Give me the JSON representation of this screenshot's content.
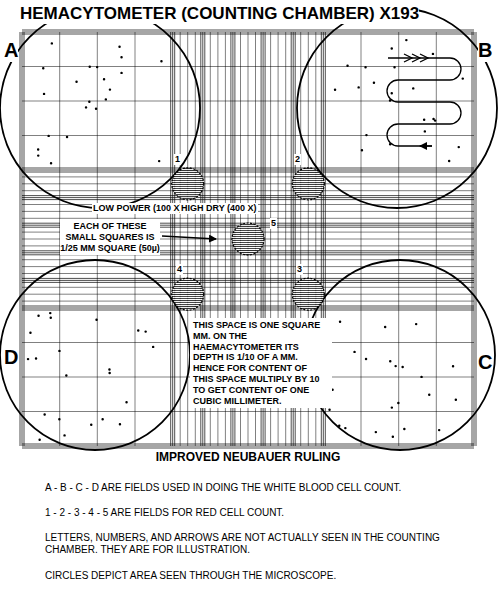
{
  "diagram": {
    "title": "HEMACYTOMETER (COUNTING CHAMBER) X193",
    "labels": [
      "A",
      "B",
      "1",
      "2",
      "LOW POWER (100 X)",
      "HIGH DRY (400 X)",
      "EACH OF THESE SMALL SQUARES IS 1/25 MM SQUARE (50µ)",
      "5",
      "4",
      "3",
      "THIS SPACE IS ONE SQUARE MM. ON THE HAEMACYTOMETER ITS DEPTH IS 1/10 OF A MM. HENCE FOR CONTENT OF THIS SPACE MULTIPLY BY 10 TO GET CONTENT OF ONE CUBIC MILLIMETER.",
      "D",
      "C",
      "IMPROVED NEUBAUER RULING",
      "A - B - C - D ARE FIELDS USED IN DOING THE WHITE BLOOD CELL COUNT.",
      "1 - 2 - 3 - 4 - 5 ARE FIELDS FOR RED CELL COUNT.",
      "LETTERS, NUMBERS, AND ARROWS ARE NOT ACTUALLY SEEN IN THE COUNTING CHAMBER. THEY ARE FOR ILLUSTRATION.",
      "CIRCLES DEPICT AREA SEEN THROUGH THE MICROSCOPE."
    ]
  }
}
